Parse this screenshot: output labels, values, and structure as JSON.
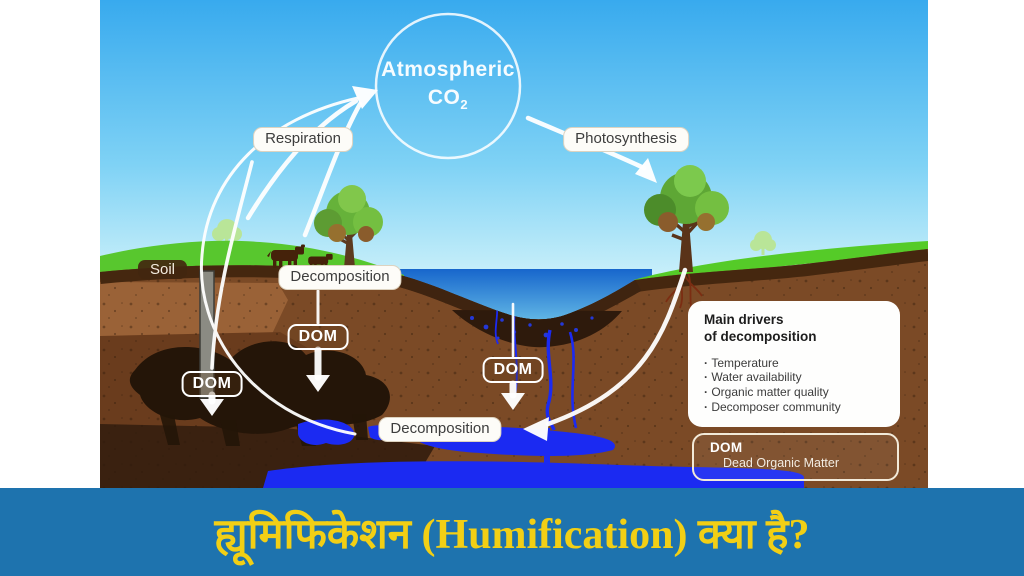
{
  "banner": {
    "text": "ह्यूमिफिकेशन (Humification) क्या है?",
    "bg_color": "#1e73ae",
    "text_color": "#f2cf15"
  },
  "diagram": {
    "atmosphere": {
      "line1": "Atmospheric",
      "line2": "CO",
      "subscript": "2"
    },
    "labels": {
      "respiration": "Respiration",
      "photosynthesis": "Photosynthesis",
      "soil": "Soil",
      "decomposition_top": "Decomposition",
      "decomposition_bottom": "Decomposition",
      "dom_left": "DOM",
      "dom_mid": "DOM",
      "dom_lake": "DOM"
    },
    "drivers_box": {
      "title_line1": "Main drivers",
      "title_line2": "of decomposition",
      "items": [
        "Temperature",
        "Water availability",
        "Organic matter quality",
        "Decomposer community"
      ]
    },
    "dom_box": {
      "title": "DOM",
      "subtitle": "Dead Organic Matter"
    },
    "colors": {
      "sky_top": "#38aaee",
      "sky_bottom": "#d9f6fb",
      "sea_top": "#1766cc",
      "sea_bottom": "#5fb4e4",
      "grass": "#58c72e",
      "grass_right": "#55cb28",
      "grass_pale": "#9fe070",
      "soil_main": "#7b4a26",
      "soil_light": "#9a6237",
      "soil_dark_band": "#45270f",
      "soil_bottom_dark": "#3a2110",
      "organic_matter": "#241508",
      "groundwater_blue": "#1b2af2",
      "arrow_white": "#ffffff"
    }
  }
}
